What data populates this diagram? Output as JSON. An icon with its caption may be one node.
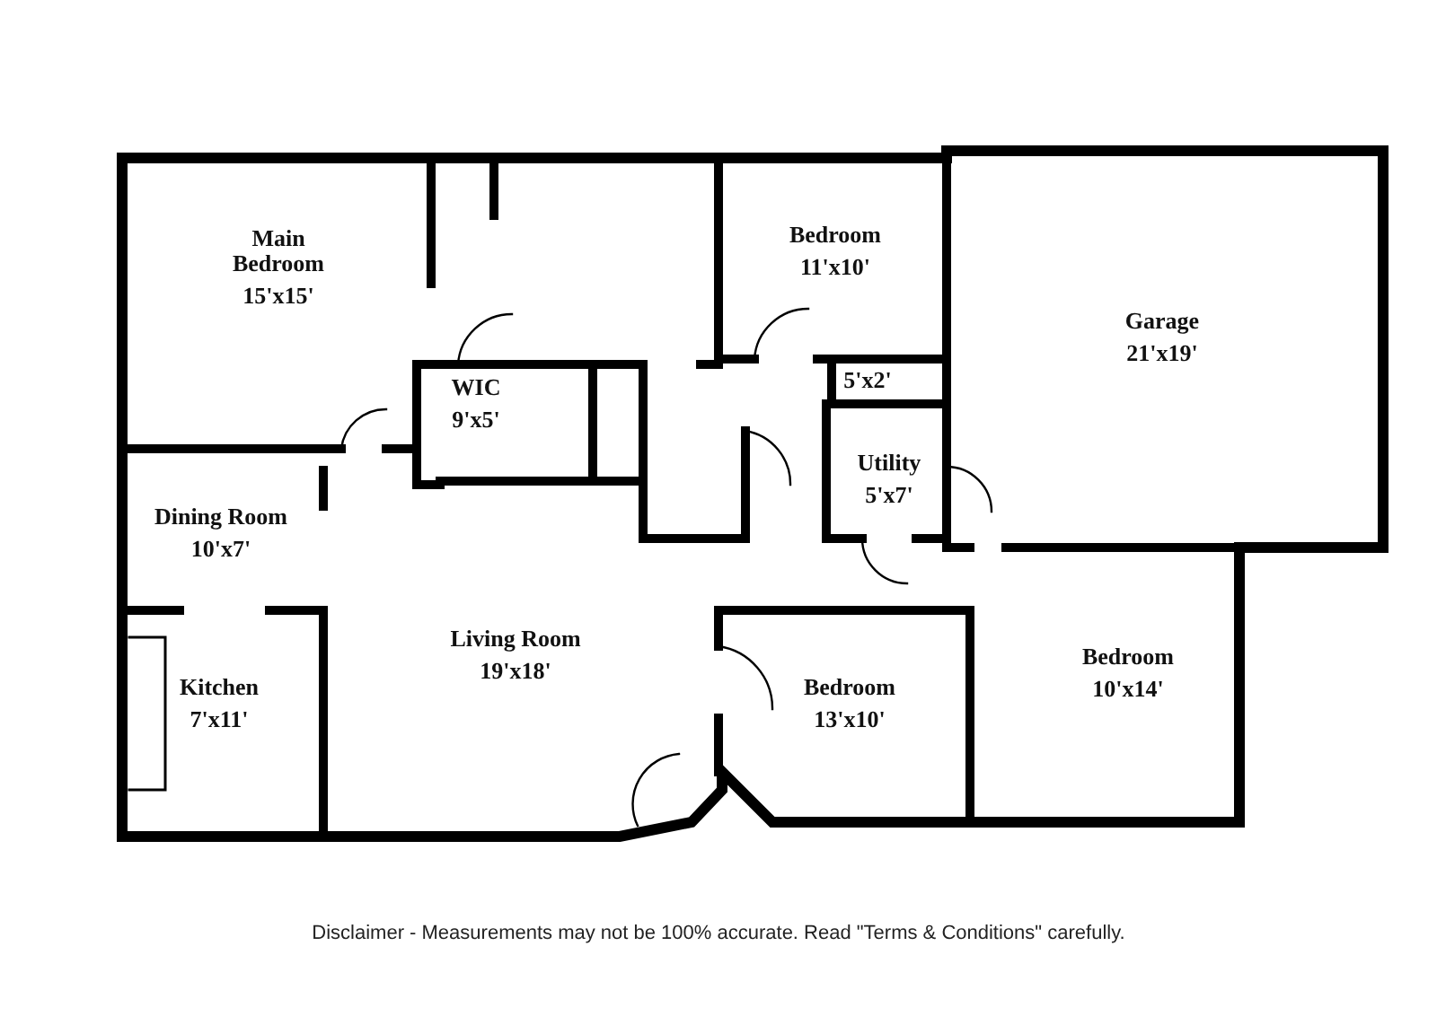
{
  "diagram": {
    "nodes": [
      {
        "text": [
          "Main Bedroom",
          "15'x15'"
        ]
      },
      {
        "text": [
          "Bedroom",
          "11'x10'"
        ]
      },
      {
        "text": [
          "Garage",
          "21'x19'"
        ]
      },
      {
        "text": [
          "WIC",
          "9'x5'"
        ]
      },
      {
        "text": [
          "5'x2'"
        ]
      },
      {
        "text": [
          "Utility",
          "5'x7'"
        ]
      },
      {
        "text": [
          "Dining Room",
          "10'x7'"
        ]
      },
      {
        "text": [
          "Living Room",
          "19'x18'"
        ]
      },
      {
        "text": [
          "Kitchen",
          "7'x11'"
        ]
      },
      {
        "text": [
          "Bedroom",
          "13'x10'"
        ]
      },
      {
        "text": [
          "Bedroom",
          "10'x14'"
        ]
      }
    ],
    "caption": "Disclaimer - Measurements may not be 100% accurate. Read \"Terms & Conditions\" carefully."
  }
}
